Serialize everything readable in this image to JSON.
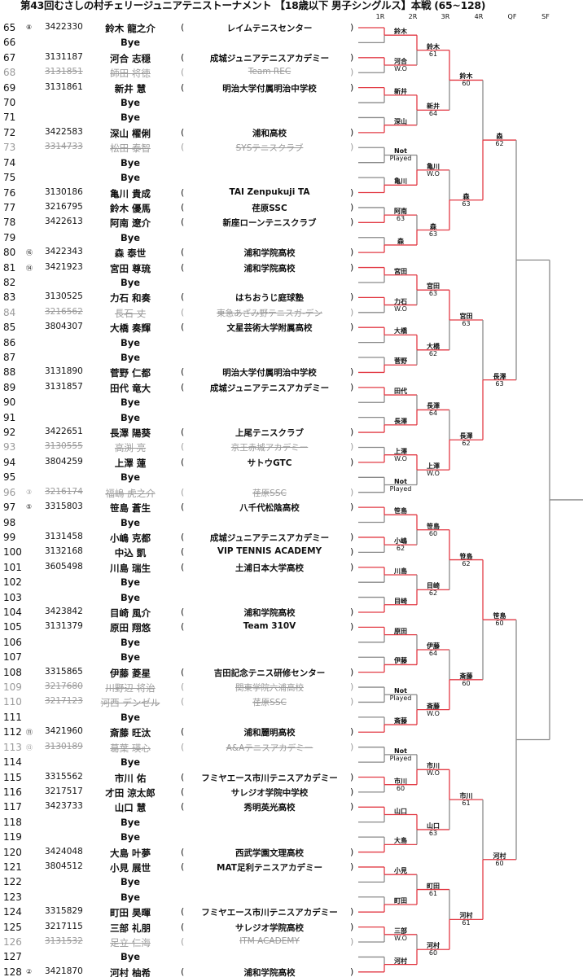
{
  "title": "第43回むさしの村チェリージュニアテニストーナメント 【18歳以下 男子シングルス】本戦 (65~128)",
  "round_headers": [
    "1R",
    "2R",
    "3R",
    "4R",
    "QF",
    "SF"
  ],
  "colors": {
    "winner_line": "#e23a44",
    "line": "#8a8a8a",
    "withdrawn_text": "#9a9a9a"
  },
  "paren_open": "(",
  "paren_close": ")",
  "players": [
    {
      "no": "65",
      "seed": "⑧",
      "id": "3422330",
      "name": "鈴木 龍之介",
      "club": "レイムテニスセンター"
    },
    {
      "no": "66",
      "name": "Bye"
    },
    {
      "no": "67",
      "id": "3131187",
      "name": "河合 志穏",
      "club": "成城ジュニアテニスアカデミー"
    },
    {
      "no": "68",
      "id": "3131851",
      "name": "師田 将徳",
      "club": "Team REC",
      "withdrawn": true
    },
    {
      "no": "69",
      "id": "3131861",
      "name": "新井 慧",
      "club": "明治大学付属明治中学校"
    },
    {
      "no": "70",
      "name": "Bye"
    },
    {
      "no": "71",
      "name": "Bye"
    },
    {
      "no": "72",
      "id": "3422583",
      "name": "深山 櫂俐",
      "club": "浦和高校"
    },
    {
      "no": "73",
      "id": "3314733",
      "name": "松田 泰智",
      "club": "SYSテニスクラブ",
      "withdrawn": true
    },
    {
      "no": "74",
      "name": "Bye"
    },
    {
      "no": "75",
      "name": "Bye"
    },
    {
      "no": "76",
      "id": "3130186",
      "name": "亀川 貴成",
      "club": "TAI Zenpukuji TA"
    },
    {
      "no": "77",
      "id": "3216795",
      "name": "鈴木 優馬",
      "club": "荏原SSC"
    },
    {
      "no": "78",
      "id": "3422613",
      "name": "阿南 遼介",
      "club": "新座ローンテニスクラブ"
    },
    {
      "no": "79",
      "name": "Bye"
    },
    {
      "no": "80",
      "seed": "⑯",
      "id": "3422343",
      "name": "森 泰世",
      "club": "浦和学院高校"
    },
    {
      "no": "81",
      "seed": "⑭",
      "id": "3421923",
      "name": "宮田 尊琉",
      "club": "浦和学院高校"
    },
    {
      "no": "82",
      "name": "Bye"
    },
    {
      "no": "83",
      "id": "3130525",
      "name": "力石 和奏",
      "club": "はちおうじ庭球塾"
    },
    {
      "no": "84",
      "id": "3216562",
      "name": "長石 丈",
      "club": "東急あざみ野テニスガ-デン",
      "withdrawn": true
    },
    {
      "no": "85",
      "id": "3804307",
      "name": "大橋 奏輝",
      "club": "文星芸術大学附属高校"
    },
    {
      "no": "86",
      "name": "Bye"
    },
    {
      "no": "87",
      "name": "Bye"
    },
    {
      "no": "88",
      "id": "3131890",
      "name": "菅野 仁都",
      "club": "明治大学付属明治中学校"
    },
    {
      "no": "89",
      "id": "3131857",
      "name": "田代 竜大",
      "club": "成城ジュニアテニスアカデミー"
    },
    {
      "no": "90",
      "name": "Bye"
    },
    {
      "no": "91",
      "name": "Bye"
    },
    {
      "no": "92",
      "id": "3422651",
      "name": "長澤 陽葵",
      "club": "上尾テニスクラブ"
    },
    {
      "no": "93",
      "id": "3130555",
      "name": "高渕 亮",
      "club": "京王赤城アカデミー",
      "withdrawn": true
    },
    {
      "no": "94",
      "id": "3804259",
      "name": "上澤 蓮",
      "club": "サトウGTC"
    },
    {
      "no": "95",
      "name": "Bye"
    },
    {
      "no": "96",
      "seed": "③",
      "id": "3216174",
      "name": "福嶋 虎之介",
      "club": "荏原SSC",
      "withdrawn": true
    },
    {
      "no": "97",
      "seed": "⑤",
      "id": "3315803",
      "name": "笹島 蒼生",
      "club": "八千代松陰高校"
    },
    {
      "no": "98",
      "name": "Bye"
    },
    {
      "no": "99",
      "id": "3131458",
      "name": "小嶋 克都",
      "club": "成城ジュニアテニスアカデミー"
    },
    {
      "no": "100",
      "id": "3132168",
      "name": "中込 凱",
      "club": "VIP TENNIS ACADEMY"
    },
    {
      "no": "101",
      "id": "3605498",
      "name": "川島 瑞生",
      "club": "土浦日本大学高校"
    },
    {
      "no": "102",
      "name": "Bye"
    },
    {
      "no": "103",
      "name": "Bye"
    },
    {
      "no": "104",
      "id": "3423842",
      "name": "目崎 風介",
      "club": "浦和学院高校"
    },
    {
      "no": "105",
      "id": "3131379",
      "name": "原田 翔悠",
      "club": "Team 310V"
    },
    {
      "no": "106",
      "name": "Bye"
    },
    {
      "no": "107",
      "name": "Bye"
    },
    {
      "no": "108",
      "id": "3315865",
      "name": "伊藤 菱星",
      "club": "吉田記念テニス研修センター"
    },
    {
      "no": "109",
      "id": "3217680",
      "name": "川野辺 将治",
      "club": "関東学院六浦高校",
      "withdrawn": true
    },
    {
      "no": "110",
      "id": "3217123",
      "name": "河西 デンゼル",
      "club": "荏原SSC",
      "withdrawn": true
    },
    {
      "no": "111",
      "name": "Bye"
    },
    {
      "no": "112",
      "seed": "⑪",
      "id": "3421960",
      "name": "斎藤 旺汰",
      "club": "浦和麗明高校"
    },
    {
      "no": "113",
      "seed": "⑬",
      "id": "3130189",
      "name": "葛葉 瑛心",
      "club": "A&Aテニスアカデミー",
      "withdrawn": true
    },
    {
      "no": "114",
      "name": "Bye"
    },
    {
      "no": "115",
      "id": "3315562",
      "name": "市川 佑",
      "club": "フミヤエース市川テニスアカデミー"
    },
    {
      "no": "116",
      "id": "3217517",
      "name": "才田 涼太郎",
      "club": "サレジオ学院中学校"
    },
    {
      "no": "117",
      "id": "3423733",
      "name": "山口 慧",
      "club": "秀明英光高校"
    },
    {
      "no": "118",
      "name": "Bye"
    },
    {
      "no": "119",
      "name": "Bye"
    },
    {
      "no": "120",
      "id": "3424048",
      "name": "大島 叶夢",
      "club": "西武学園文理高校"
    },
    {
      "no": "121",
      "id": "3804512",
      "name": "小見 展世",
      "club": "MAT足利テニスアカデミー"
    },
    {
      "no": "122",
      "name": "Bye"
    },
    {
      "no": "123",
      "name": "Bye"
    },
    {
      "no": "124",
      "id": "3315829",
      "name": "町田 昊暉",
      "club": "フミヤエース市川テニスアカデミー"
    },
    {
      "no": "125",
      "id": "3217115",
      "name": "三部 礼朋",
      "club": "サレジオ学院高校"
    },
    {
      "no": "126",
      "id": "3131532",
      "name": "足立 仁海",
      "club": "ITM ACADEMY",
      "withdrawn": true
    },
    {
      "no": "127",
      "name": "Bye"
    },
    {
      "no": "128",
      "seed": "②",
      "id": "3421870",
      "name": "河村 柚希",
      "club": "浦和学院高校"
    }
  ],
  "bracket": [
    [
      {
        "w": "鈴木",
        "side": "top"
      },
      {
        "w": "河合",
        "s": "W.O",
        "side": "top"
      },
      {
        "w": "新井",
        "side": "top"
      },
      {
        "w": "深山",
        "side": "bottom"
      },
      {
        "w": "Not",
        "s": "Played",
        "side": "none"
      },
      {
        "w": "亀川",
        "side": "bottom"
      },
      {
        "w": "阿南",
        "s": "63",
        "side": "bottom"
      },
      {
        "w": "森",
        "side": "bottom"
      },
      {
        "w": "宮田",
        "side": "top"
      },
      {
        "w": "力石",
        "s": "W.O",
        "side": "top"
      },
      {
        "w": "大橋",
        "side": "top"
      },
      {
        "w": "菅野",
        "side": "bottom"
      },
      {
        "w": "田代",
        "side": "top"
      },
      {
        "w": "長澤",
        "side": "bottom"
      },
      {
        "w": "上澤",
        "s": "W.O",
        "side": "bottom"
      },
      {
        "w": "Not",
        "s": "Played",
        "side": "none"
      },
      {
        "w": "笹島",
        "side": "top"
      },
      {
        "w": "小嶋",
        "s": "62",
        "side": "top"
      },
      {
        "w": "川島",
        "side": "top"
      },
      {
        "w": "目崎",
        "side": "bottom"
      },
      {
        "w": "原田",
        "side": "top"
      },
      {
        "w": "伊藤",
        "side": "bottom"
      },
      {
        "w": "Not",
        "s": "Played",
        "side": "none"
      },
      {
        "w": "斎藤",
        "side": "bottom"
      },
      {
        "w": "Not",
        "s": "Played",
        "side": "none"
      },
      {
        "w": "市川",
        "s": "60",
        "side": "top"
      },
      {
        "w": "山口",
        "side": "top"
      },
      {
        "w": "大島",
        "side": "bottom"
      },
      {
        "w": "小見",
        "side": "top"
      },
      {
        "w": "町田",
        "side": "bottom"
      },
      {
        "w": "三部",
        "s": "W.O",
        "side": "top"
      },
      {
        "w": "河村",
        "side": "bottom"
      }
    ],
    [
      {
        "w": "鈴木",
        "s": "61",
        "side": "top"
      },
      {
        "w": "新井",
        "s": "64",
        "side": "top"
      },
      {
        "w": "亀川",
        "s": "W.O",
        "side": "bottom"
      },
      {
        "w": "森",
        "s": "63",
        "side": "bottom"
      },
      {
        "w": "宮田",
        "s": "63",
        "side": "top"
      },
      {
        "w": "大橋",
        "s": "62",
        "side": "top"
      },
      {
        "w": "長澤",
        "s": "64",
        "side": "bottom"
      },
      {
        "w": "上澤",
        "s": "W.O",
        "side": "top"
      },
      {
        "w": "笹島",
        "s": "60",
        "side": "top"
      },
      {
        "w": "目崎",
        "s": "62",
        "side": "bottom"
      },
      {
        "w": "伊藤",
        "s": "64",
        "side": "bottom"
      },
      {
        "w": "斎藤",
        "s": "W.O",
        "side": "bottom"
      },
      {
        "w": "市川",
        "s": "W.O",
        "side": "bottom"
      },
      {
        "w": "山口",
        "s": "63",
        "side": "top"
      },
      {
        "w": "町田",
        "s": "61",
        "side": "bottom"
      },
      {
        "w": "河村",
        "s": "60",
        "side": "bottom"
      }
    ],
    [
      {
        "w": "鈴木",
        "s": "60",
        "side": "top"
      },
      {
        "w": "森",
        "s": "63",
        "side": "bottom"
      },
      {
        "w": "宮田",
        "s": "63",
        "side": "top"
      },
      {
        "w": "長澤",
        "s": "62",
        "side": "bottom"
      },
      {
        "w": "笹島",
        "s": "62",
        "side": "top"
      },
      {
        "w": "斎藤",
        "s": "60",
        "side": "bottom"
      },
      {
        "w": "市川",
        "s": "61",
        "side": "top"
      },
      {
        "w": "河村",
        "s": "61",
        "side": "bottom"
      }
    ],
    [
      {
        "w": "森",
        "s": "62",
        "side": "bottom"
      },
      {
        "w": "長澤",
        "s": "63",
        "side": "bottom"
      },
      {
        "w": "笹島",
        "s": "60",
        "side": "top"
      },
      {
        "w": "河村",
        "s": "60",
        "side": "bottom"
      }
    ],
    [
      {
        "side": "none"
      },
      {
        "side": "none"
      }
    ],
    [
      {
        "side": "none"
      }
    ]
  ]
}
